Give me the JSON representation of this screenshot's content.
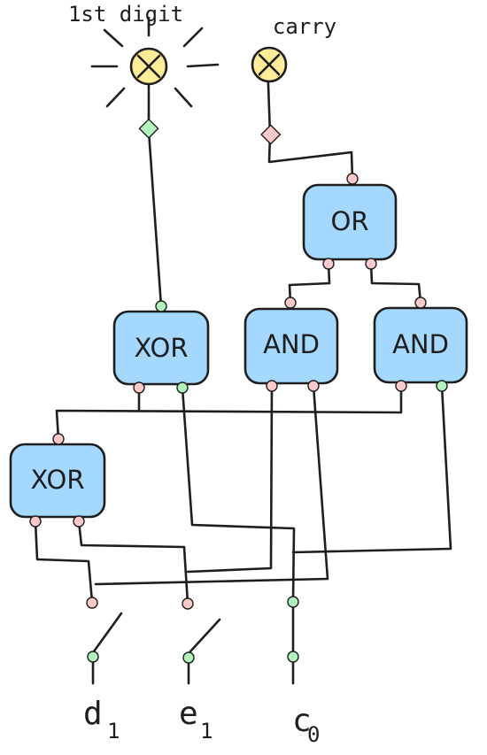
{
  "gates": {
    "xor_top": "XOR",
    "and_left": "AND",
    "and_right": "AND",
    "or": "OR",
    "xor_bottom": "XOR"
  },
  "outputs": {
    "digit_label": "1st digit",
    "carry_label": "carry"
  },
  "inputs": [
    {
      "name": "d",
      "sub": "1"
    },
    {
      "name": "e",
      "sub": "1"
    },
    {
      "name": "c",
      "sub": "0"
    }
  ],
  "colors": {
    "gate_fill": "#a5d8ff",
    "bulb_fill": "#ffec99",
    "port_red": "#ffc9c9",
    "port_green": "#b2f2bb",
    "stroke": "#1e1e1e"
  }
}
